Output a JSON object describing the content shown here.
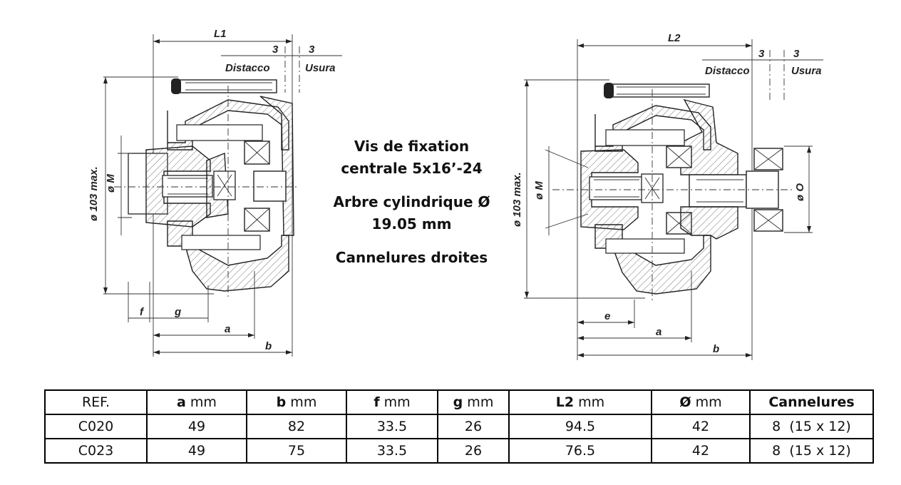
{
  "left_drawing": {
    "dims": {
      "L1": "L1",
      "gap_left_value": "3",
      "gap_left_label": "Distacco",
      "gap_right_value": "3",
      "gap_right_label": "Usura",
      "dia_max": "ø 103 max.",
      "dia_M": "ø M",
      "f": "f",
      "g": "g",
      "a": "a",
      "b": "b"
    }
  },
  "right_drawing": {
    "dims": {
      "L2": "L2",
      "gap_left_value": "3",
      "gap_left_label": "Distacco",
      "gap_right_value": "3",
      "gap_right_label": "Usura",
      "dia_max": "ø 103 max.",
      "dia_M": "ø M",
      "dia_O": "ø O",
      "e": "e",
      "a": "a",
      "b": "b"
    }
  },
  "notes": {
    "line1": "Vis de fixation",
    "line2": "centrale 5x16’-24",
    "line3": "Arbre cylindrique Ø",
    "line4": "19.05 mm",
    "line5": "Cannelures droites"
  },
  "table": {
    "headers": [
      {
        "bold": "",
        "unit": "REF."
      },
      {
        "bold": "a",
        "unit": " mm"
      },
      {
        "bold": "b",
        "unit": " mm"
      },
      {
        "bold": "f",
        "unit": " mm"
      },
      {
        "bold": "g",
        "unit": " mm"
      },
      {
        "bold": "L2",
        "unit": " mm"
      },
      {
        "bold": "Ø",
        "unit": " mm"
      },
      {
        "bold": "Cannelures",
        "unit": ""
      }
    ],
    "rows": [
      [
        "C020",
        "49",
        "82",
        "33.5",
        "26",
        "94.5",
        "42",
        "8  (15 x 12)"
      ],
      [
        "C023",
        "49",
        "75",
        "33.5",
        "26",
        "76.5",
        "42",
        "8  (15 x 12)"
      ]
    ]
  }
}
